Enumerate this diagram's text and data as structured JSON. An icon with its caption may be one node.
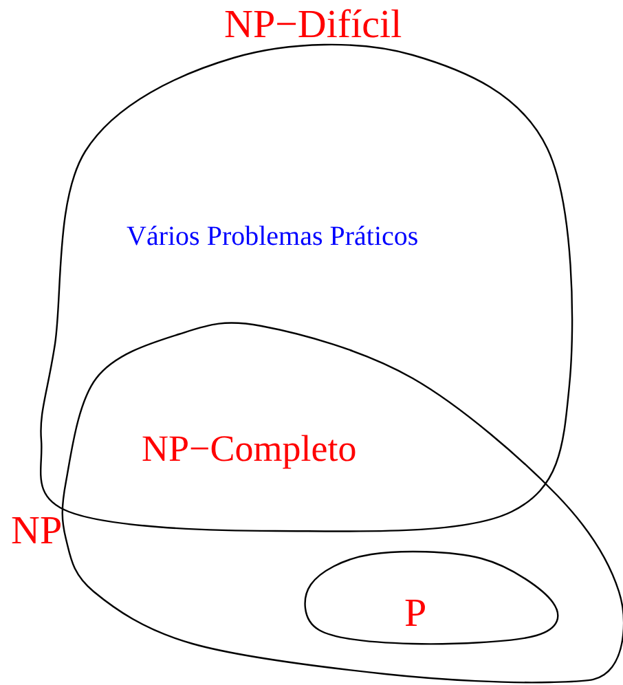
{
  "diagram": {
    "nodes": [
      {
        "text": [
          "NP−Difícil",
          "Vários Problemas Práticos"
        ]
      },
      {
        "text": [
          "NP"
        ]
      },
      {
        "text": [
          "P"
        ],
        "in": 1
      }
    ],
    "labels": [
      "NP−Completo"
    ]
  }
}
